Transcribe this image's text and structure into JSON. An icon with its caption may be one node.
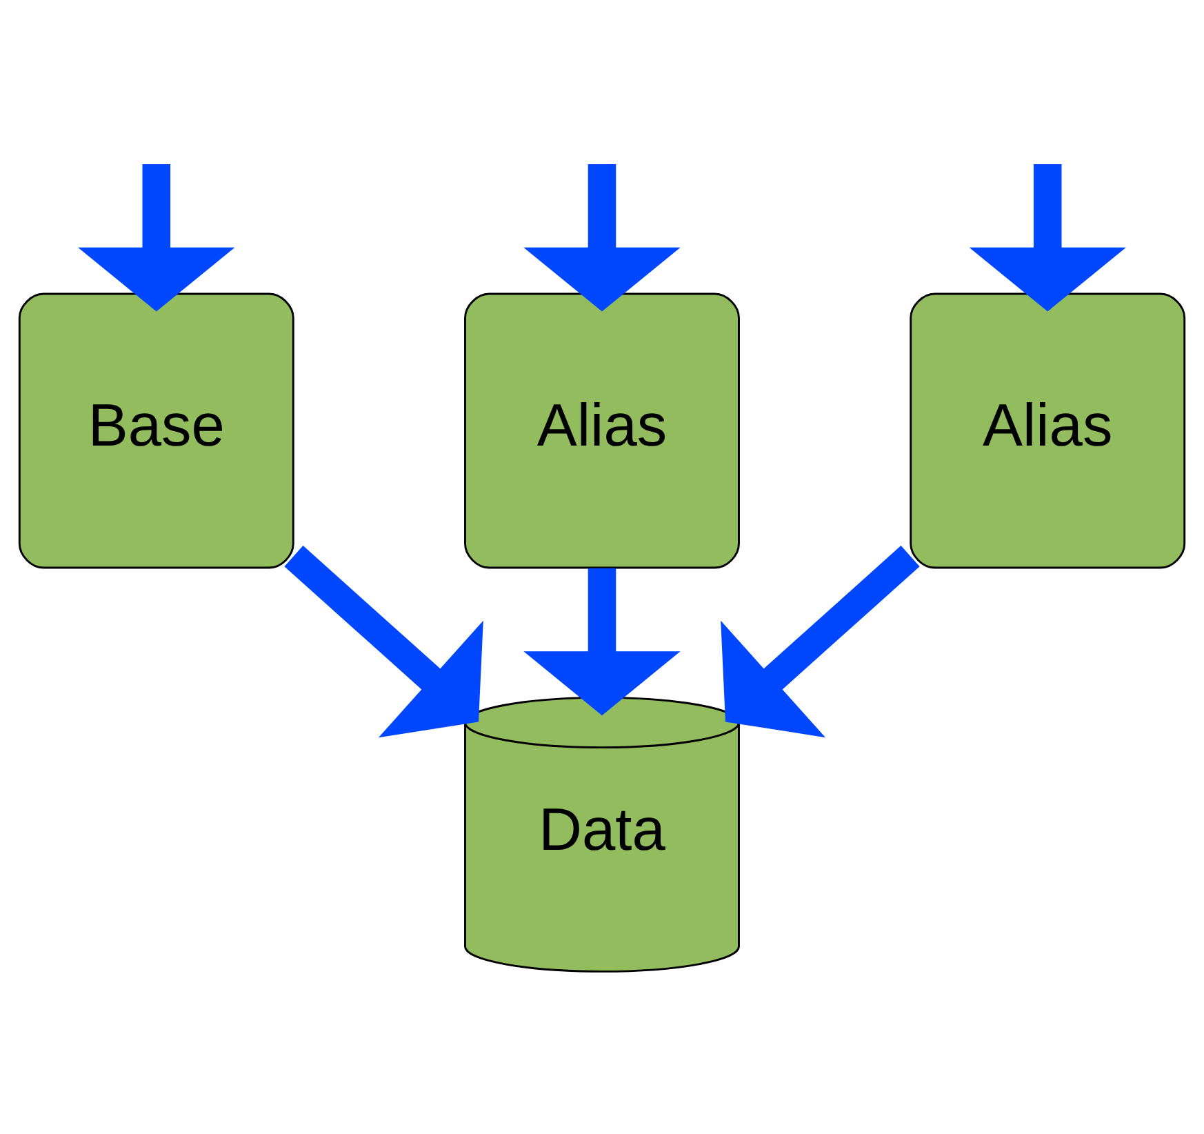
{
  "diagram": {
    "nodes": [
      {
        "text": [
          "Base"
        ]
      },
      {
        "text": [
          "Alias"
        ]
      },
      {
        "text": [
          "Alias"
        ]
      },
      {
        "text": [
          "Data"
        ]
      }
    ],
    "edges": [
      {
        "from": null,
        "to": 0,
        "arrow": "to"
      },
      {
        "from": null,
        "to": 1,
        "arrow": "to"
      },
      {
        "from": null,
        "to": 2,
        "arrow": "to"
      },
      {
        "from": 0,
        "to": 3,
        "arrow": "to"
      },
      {
        "from": 1,
        "to": 3,
        "arrow": "to"
      },
      {
        "from": 2,
        "to": 3,
        "arrow": "to"
      }
    ]
  }
}
